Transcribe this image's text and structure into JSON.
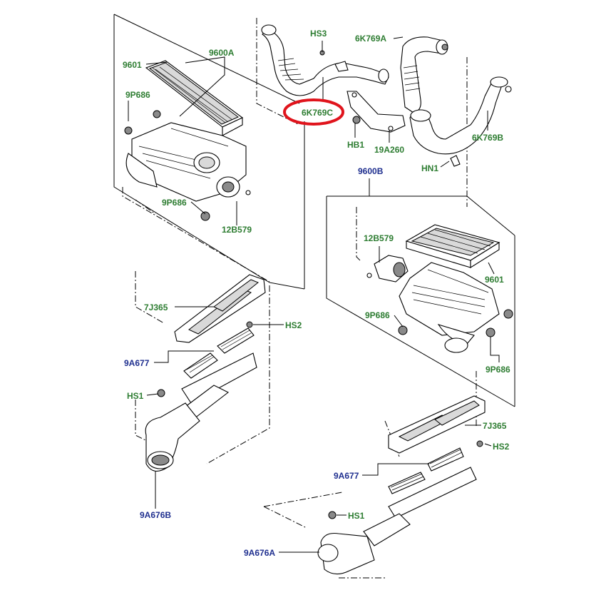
{
  "colors": {
    "part_label_green": "#2e7d32",
    "assembly_label_blue": "#1f2f8f",
    "highlight_red": "#e0141c"
  },
  "highlight": {
    "target": "6K769C"
  },
  "labels": {
    "hs3": "HS3",
    "k769a": "6K769A",
    "k769c": "6K769C",
    "hb1": "HB1",
    "a260": "19A260",
    "k769b": "6K769B",
    "hn1": "HN1",
    "p9601_top": "9601",
    "a9600a": "9600A",
    "p9p686_top": "9P686",
    "p9p686_left": "9P686",
    "b579_left": "12B579",
    "a9600b": "9600B",
    "b579_right": "12B579",
    "p9601_right": "9601",
    "p9p686_mid": "9P686",
    "p9p686_right": "9P686",
    "j365_left": "7J365",
    "hs2_left": "HS2",
    "a677_left": "9A677",
    "hs1_left": "HS1",
    "a676b": "9A676B",
    "j365_right": "7J365",
    "hs2_right": "HS2",
    "a677_right": "9A677",
    "hs1_right": "HS1",
    "a676a": "9A676A"
  }
}
